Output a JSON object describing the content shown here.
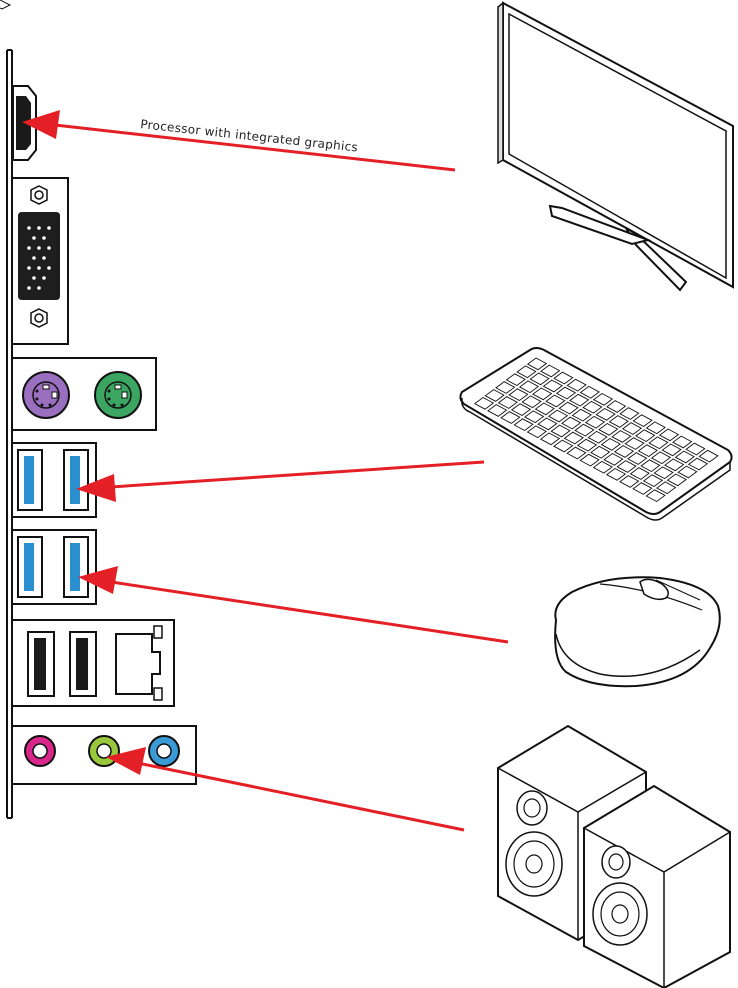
{
  "annotations": {
    "hdmi_caption": "Processor with integrated graphics"
  },
  "colors": {
    "arrow": "#e41f26",
    "usb3_blue": "#2a8fcf",
    "ps2_mouse_purple": "#9b6fc0",
    "ps2_keyboard_green": "#3aa661",
    "audio_pink": "#d9268a",
    "audio_lime": "#9ac83c",
    "audio_blue": "#3a9bd6"
  },
  "ports": [
    "hdmi-port",
    "vga-port",
    "ps2-ports",
    "usb3-group-1",
    "usb3-group-2",
    "usb2-lan-group",
    "audio-jacks"
  ],
  "devices": [
    "monitor",
    "keyboard",
    "mouse",
    "speakers"
  ]
}
